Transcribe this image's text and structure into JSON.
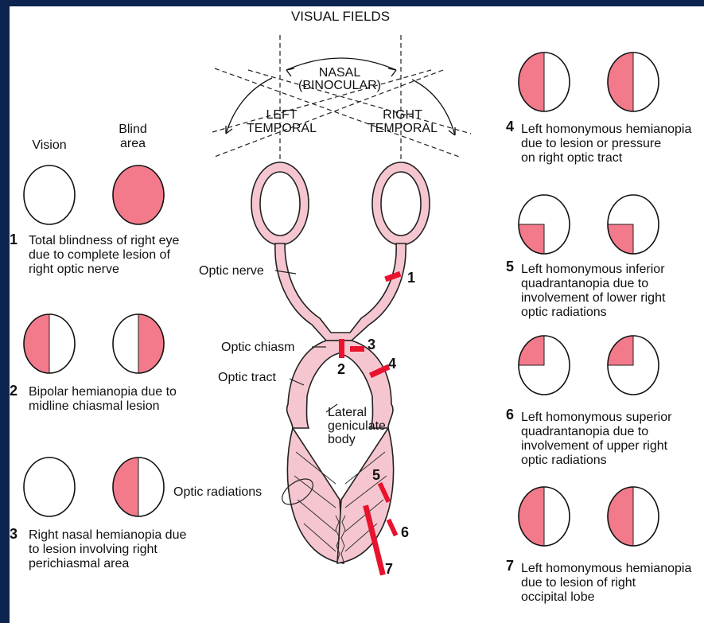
{
  "header": {
    "title": "VISUAL FIELDS",
    "nasal": "NASAL\n(BINOCULAR)",
    "left_temporal": "LEFT\nTEMPORAL",
    "right_temporal": "RIGHT\nTEMPORAL"
  },
  "columns": {
    "vision": "Vision",
    "blind": "Blind\narea"
  },
  "structures": {
    "optic_nerve": "Optic nerve",
    "optic_chiasm": "Optic chiasm",
    "optic_tract": "Optic tract",
    "lgb": "Lateral\ngeniculate\nbody",
    "optic_radiations": "Optic radiations"
  },
  "lesion_marks": [
    "1",
    "2",
    "3",
    "4",
    "5",
    "6",
    "7"
  ],
  "defects": [
    {
      "num": "1",
      "text": "Total blindness of right eye\ndue to complete lesion of\nright optic nerve"
    },
    {
      "num": "2",
      "text": "Bipolar hemianopia due to\nmidline chiasmal lesion"
    },
    {
      "num": "3",
      "text": "Right nasal hemianopia due\nto lesion involving right\nperichiasmal area"
    },
    {
      "num": "4",
      "text": "Left homonymous hemianopia\ndue to lesion or pressure\non right optic tract"
    },
    {
      "num": "5",
      "text": "Left homonymous inferior\nquadrantanopia due to\ninvolvement of lower right\noptic radiations"
    },
    {
      "num": "6",
      "text": "Left homonymous superior\nquadrantanopia due to\ninvolvement of upper right\noptic radiations"
    },
    {
      "num": "7",
      "text": "Left homonymous hemianopia\ndue to lesion of right\noccipital lobe"
    }
  ],
  "colors": {
    "blind": "#f27a8a",
    "pathway": "#f6c6d0",
    "lesion": "#e8132e",
    "frame": "#0d2350"
  }
}
